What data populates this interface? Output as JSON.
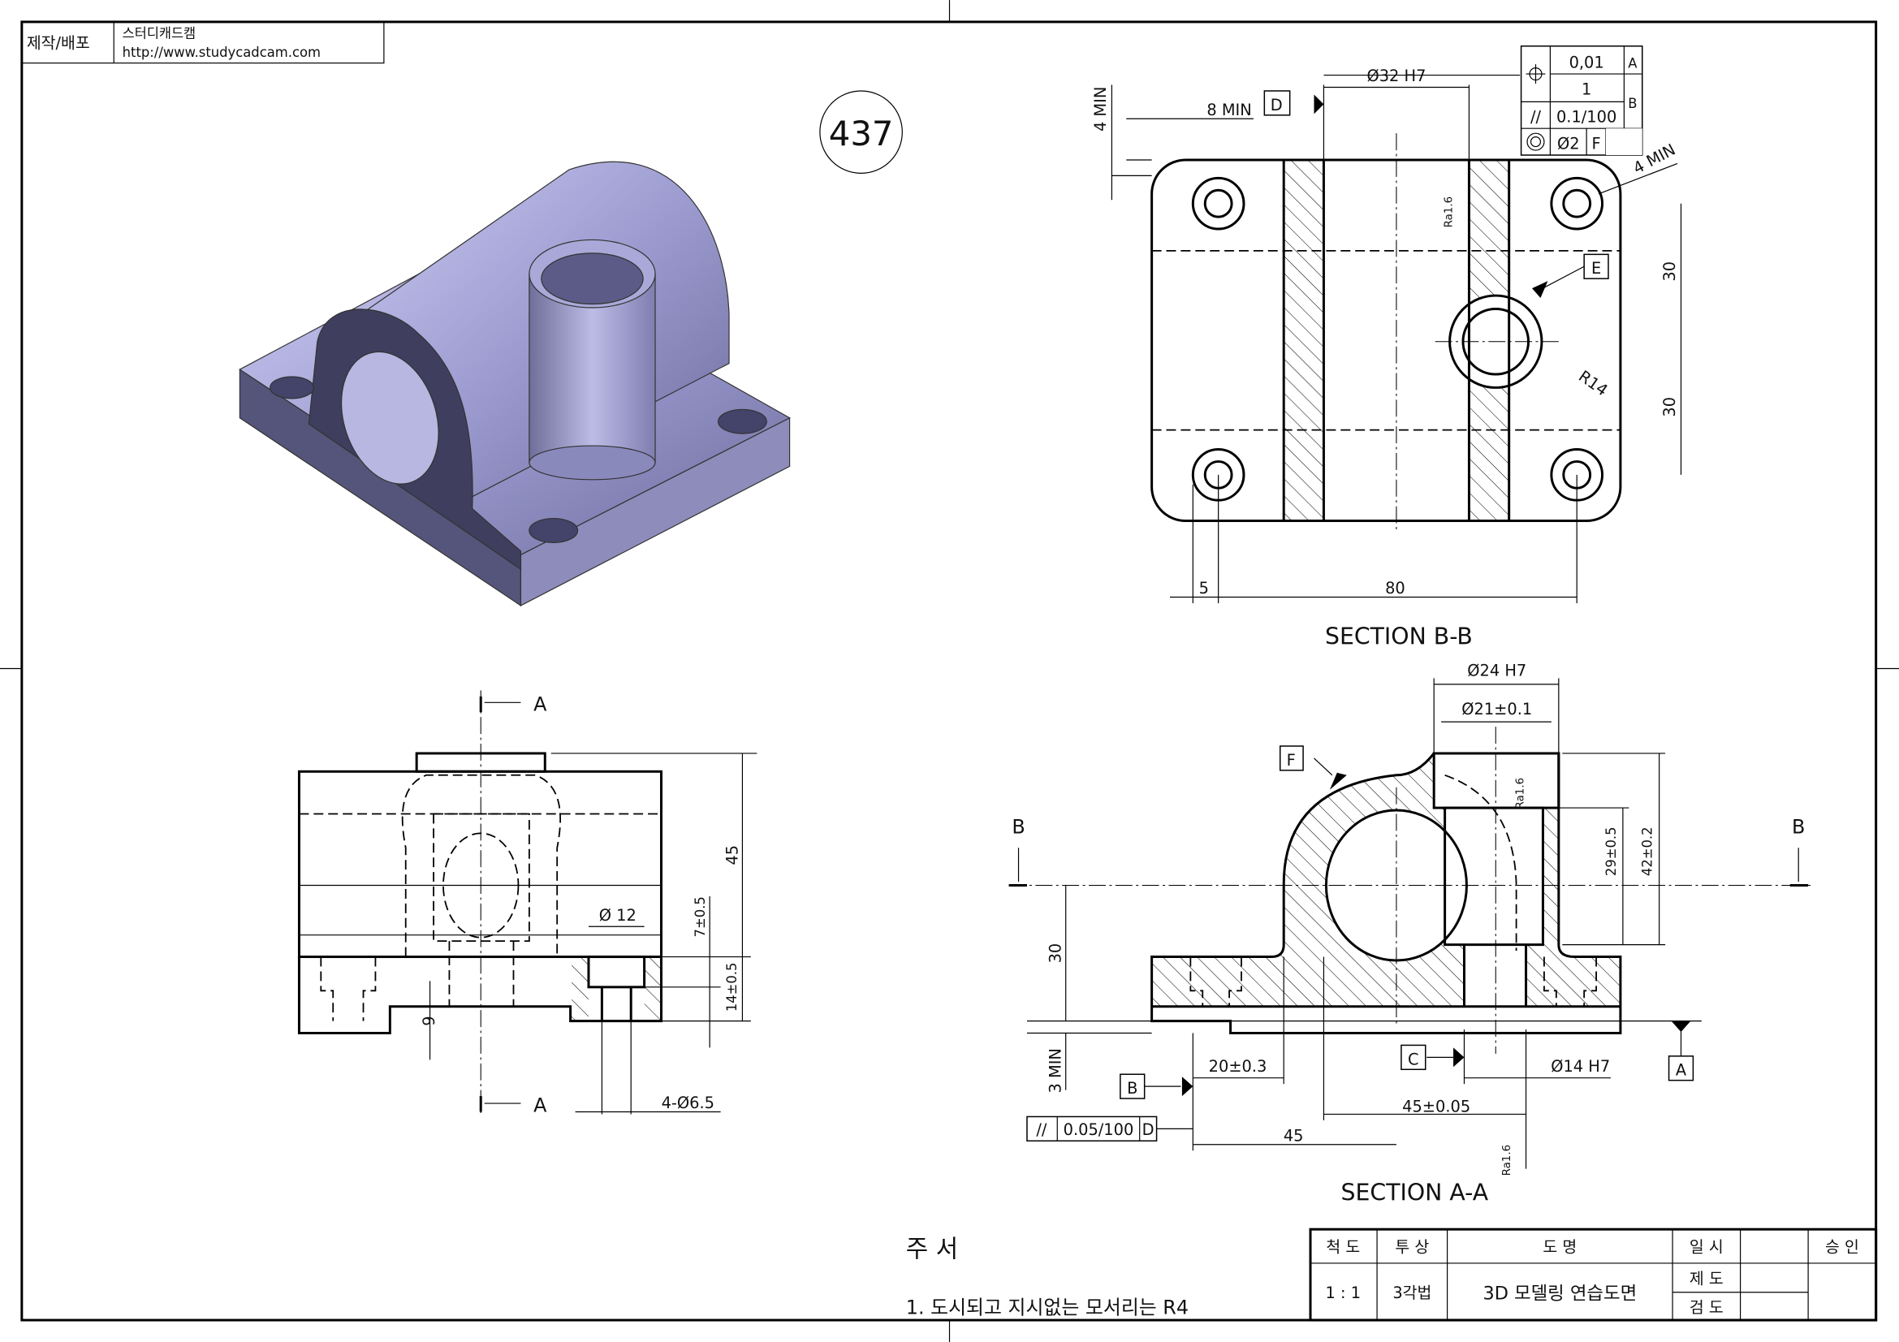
{
  "header": {
    "label": "제작/배포",
    "company": "스터디캐드캠",
    "url": "http://www.studycadcam.com"
  },
  "drawing_number": "437",
  "section_bb": {
    "title": "SECTION B-B",
    "dims": {
      "d32": "Ø32 H7",
      "min8": "8 MIN",
      "min4_left": "4 MIN",
      "min4_right": "4 MIN",
      "r14": "R14",
      "v30a": "30",
      "v30b": "30",
      "h5": "5",
      "h80": "80",
      "ra": "Ra1.6"
    },
    "datum_d": "D",
    "datum_e": "E",
    "fcf": {
      "pos_tol": "0,01",
      "pos_ref1": "A",
      "pos_tol2": "1",
      "pos_ref2": "B",
      "par_tol": "0.1/100",
      "conc_tol": "Ø2",
      "conc_ref": "F"
    }
  },
  "front_view": {
    "cut_label_top": "A",
    "cut_label_bottom": "A",
    "dims": {
      "d12": "Ø 12",
      "h45": "45",
      "h7": "7±0.5",
      "h14": "14±0.5",
      "h6": "6",
      "holes": "4-Ø6.5"
    }
  },
  "section_aa": {
    "title": "SECTION A-A",
    "cut_left": "B",
    "cut_right": "B",
    "dims": {
      "d24": "Ø24 H7",
      "d21": "Ø21±0.1",
      "h29": "29±0.5",
      "h42": "42±0.2",
      "v30": "30",
      "min3": "3 MIN",
      "w20": "20±0.3",
      "d14": "Ø14 H7",
      "w45tol": "45±0.05",
      "w45": "45",
      "ra": "Ra1.6"
    },
    "datum_f": "F",
    "datum_c": "C",
    "datum_a": "A",
    "datum_b": "B",
    "fcf": {
      "tol": "0.05/100",
      "ref": "D"
    }
  },
  "notes": {
    "title": "주   서",
    "item1": "1. 도시되고 지시없는 모서리는 R4"
  },
  "title_block": {
    "scale_h": "척  도",
    "proj_h": "투  상",
    "name_h": "도          명",
    "date_h": "일  시",
    "approve_h": "승  인",
    "scale": "1 : 1",
    "proj": "3각법",
    "name": "3D 모델링 연습도면",
    "drawn": "제  도",
    "checked": "검  도"
  }
}
